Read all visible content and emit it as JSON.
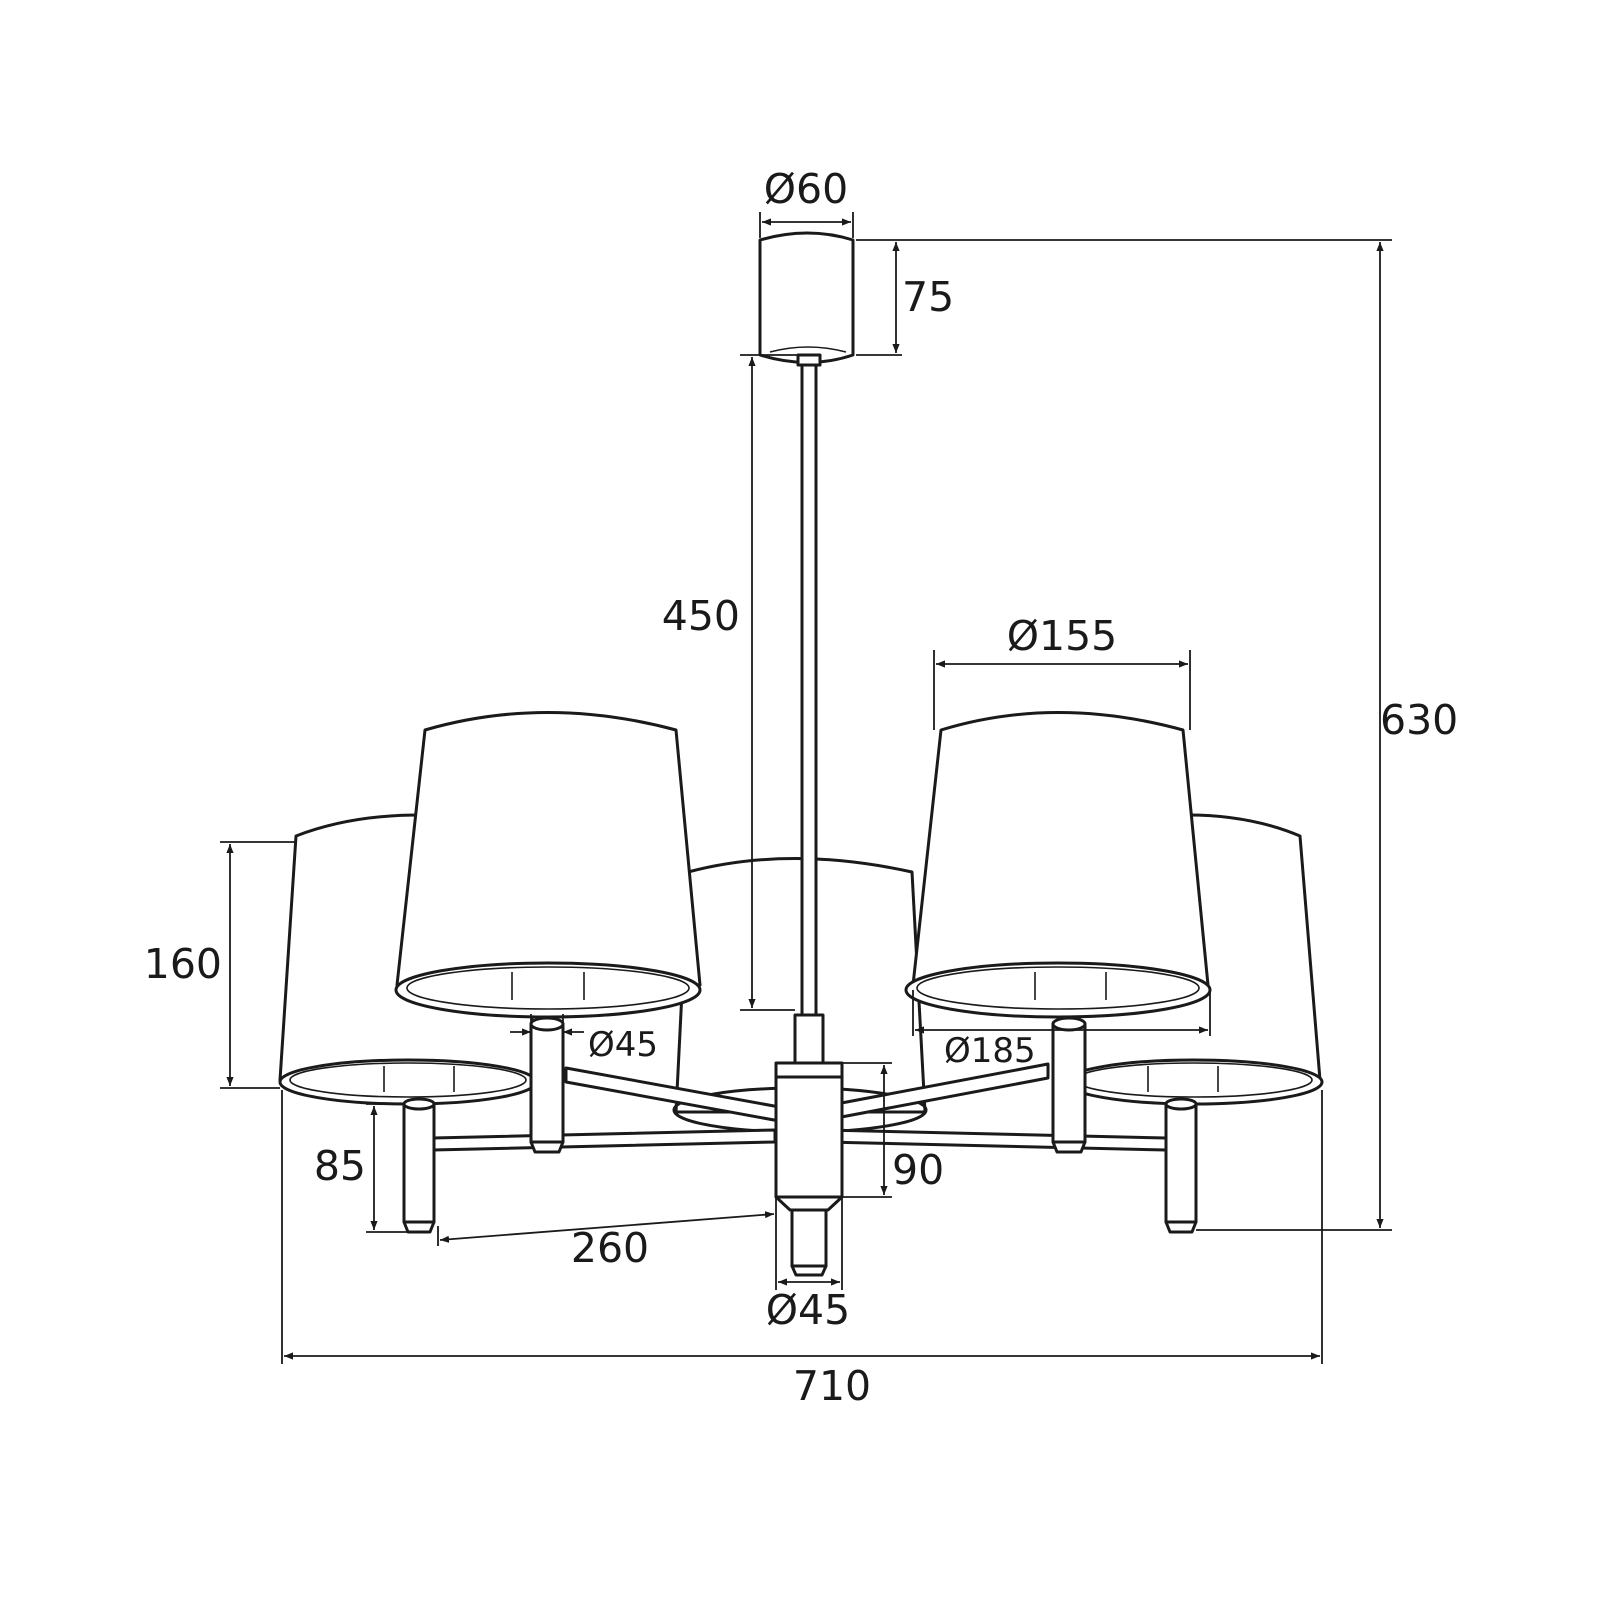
{
  "diagram": {
    "subject": "five-arm pendant chandelier dimension drawing",
    "dimensions": {
      "canopy_diameter": "Ø60",
      "canopy_height": "75",
      "rod_length": "450",
      "total_height": "630",
      "shade_top_diameter": "Ø155",
      "shade_bottom_diameter": "Ø185",
      "shade_height": "160",
      "socket_diameter": "Ø45",
      "body_height": "90",
      "arm_reach": "260",
      "candle_height": "85",
      "body_diameter": "Ø45",
      "total_width": "710"
    }
  }
}
